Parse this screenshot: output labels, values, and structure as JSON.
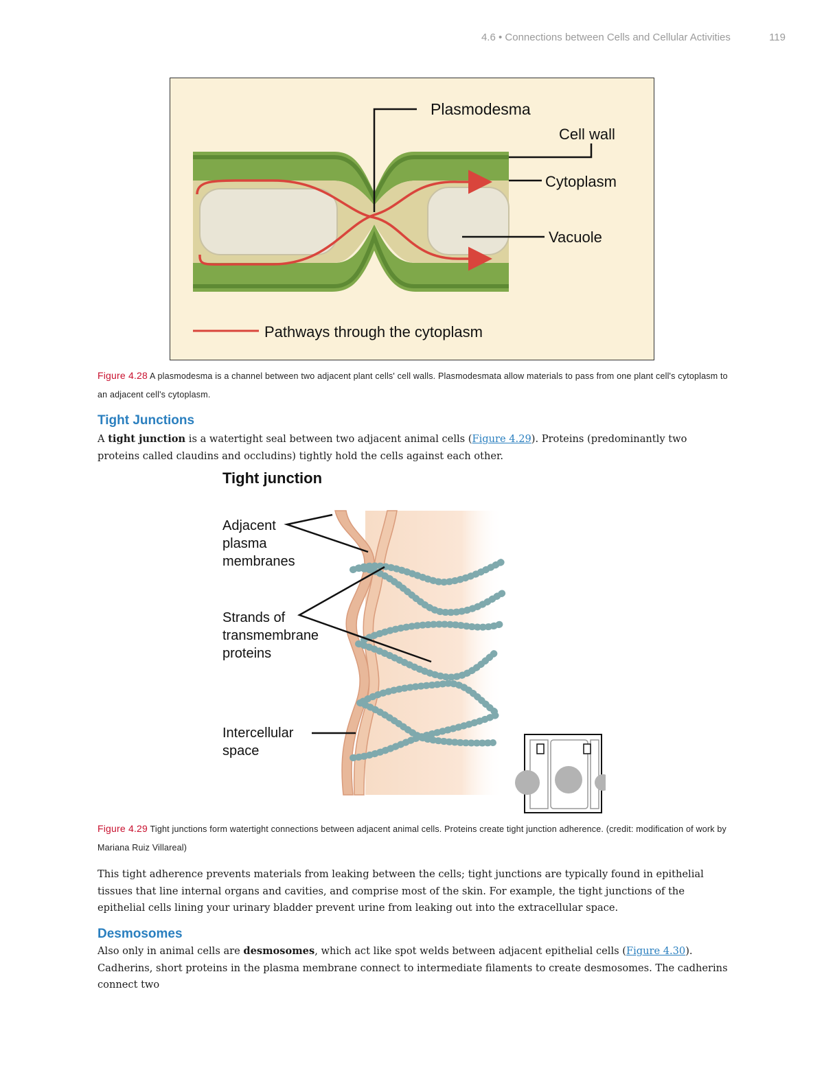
{
  "header": {
    "running_title": "4.6 • Connections between Cells and Cellular Activities",
    "page_number": "119"
  },
  "figure_28": {
    "labels": {
      "plasmodesma": "Plasmodesma",
      "cell_wall": "Cell wall",
      "cytoplasm": "Cytoplasm",
      "vacuole": "Vacuole",
      "pathways": "Pathways through the cytoplasm"
    },
    "caption_number": "Figure 4.28",
    "caption_text": " A plasmodesma is a channel between two adjacent plant cells' cell walls. Plasmodesmata allow materials to pass from one plant cell's cytoplasm to an adjacent cell's cytoplasm.",
    "colors": {
      "cell_wall": "#7fa84a",
      "cytoplasm": "#ddd3a0",
      "pathway": "#d9453c",
      "background": "#fbf1d8"
    }
  },
  "tight_junctions": {
    "heading": "Tight Junctions",
    "p1_a": "A ",
    "term": "tight junction",
    "p1_b": " is a watertight seal between two adjacent animal cells (",
    "link": "Figure 4.29",
    "p1_c": "). Proteins (predominantly two proteins called claudins and occludins) tightly hold the cells against each other."
  },
  "figure_29": {
    "title": "Tight junction",
    "labels": {
      "adjacent_1": "Adjacent",
      "adjacent_2": "plasma",
      "adjacent_3": "membranes",
      "strands_1": "Strands of",
      "strands_2": "transmembrane",
      "strands_3": "proteins",
      "intercellular_1": "Intercellular",
      "intercellular_2": "space"
    },
    "caption_number": "Figure 4.29",
    "caption_text": " Tight junctions form watertight connections between adjacent animal cells. Proteins create tight junction adherence. (credit: modification of work by Mariana Ruiz Villareal)",
    "colors": {
      "membrane": "#e8b89a",
      "protein": "#7fa9ad"
    }
  },
  "para_2": "This tight adherence prevents materials from leaking between the cells; tight junctions are typically found in epithelial tissues that line internal organs and cavities, and comprise most of the skin. For example, the tight junctions of the epithelial cells lining your urinary bladder prevent urine from leaking out into the extracellular space.",
  "desmosomes": {
    "heading": "Desmosomes",
    "p_a": "Also only in animal cells are ",
    "term": "desmosomes",
    "p_b": ", which act like spot welds between adjacent epithelial cells (",
    "link": "Figure 4.30",
    "p_c": "). Cadherins, short proteins in the plasma membrane connect to intermediate filaments to create desmosomes. The cadherins connect two"
  }
}
